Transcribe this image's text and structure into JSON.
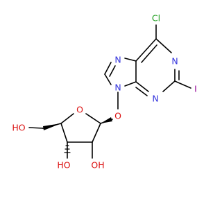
{
  "colors": {
    "bond": "#000000",
    "N": "#3232dc",
    "O": "#dc1414",
    "Cl": "#1e9e1e",
    "I": "#930094"
  },
  "atoms": {
    "cl": "Cl",
    "n7": "N",
    "n1": "N",
    "n9": "N",
    "n3": "N",
    "iodo": "I",
    "o_link": "O",
    "o_ring": "O",
    "oh_ch2": "HO",
    "oh_3": "HO",
    "oh_2": "OH"
  }
}
